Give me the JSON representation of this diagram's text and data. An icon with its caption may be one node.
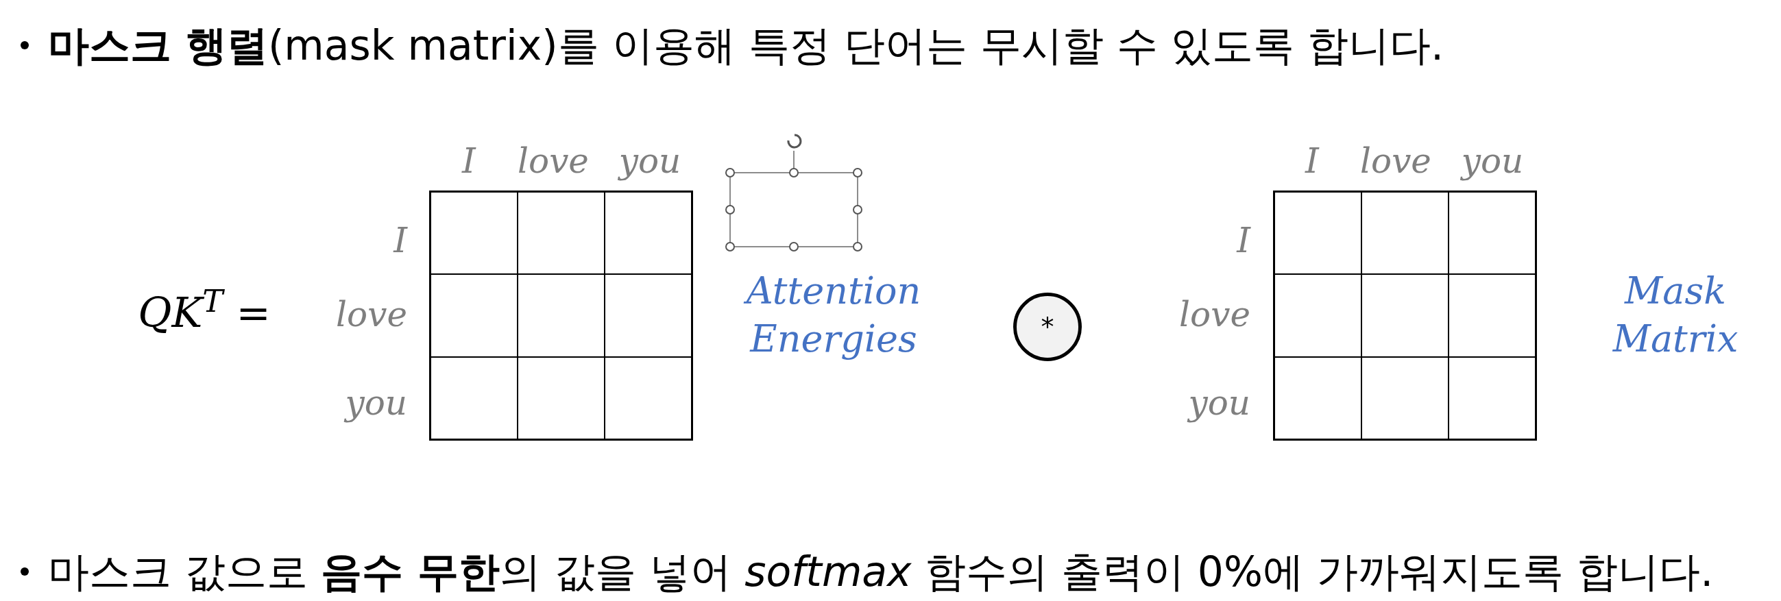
{
  "diagram": {
    "nodes": [
      {
        "text": [],
        "shape": "grid",
        "beside": [
          "Attention Energies"
        ]
      },
      {
        "text": [
          "*"
        ]
      },
      {
        "text": [],
        "shape": "grid",
        "beside": [
          "Mask Matrix"
        ]
      }
    ],
    "edges": [],
    "labels": [
      "**마스크 행렬**(mask matrix)를 이용해 특정 단어는 무시할 수 있도록 합니다.",
      "I",
      "love",
      "you",
      "I",
      "love",
      "you",
      "I",
      "I",
      "QK$^{T}$ =",
      "love",
      "love",
      "you",
      "you",
      "마스크 값으로 **음수 무한**의 값을 넣어 *softmax* 함수의 출력이 0%에 가까워지도록 합니다."
    ]
  }
}
